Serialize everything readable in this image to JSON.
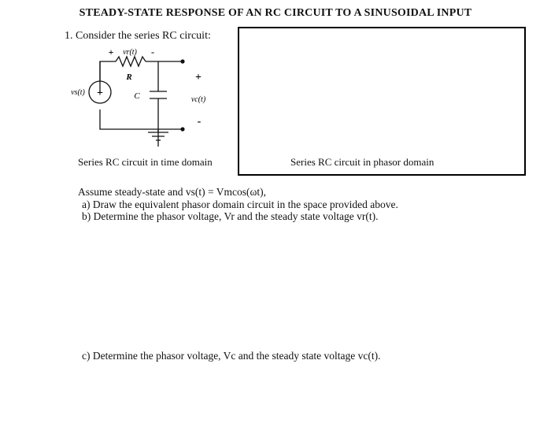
{
  "title": "STEADY-STATE RESPONSE OF AN RC CIRCUIT TO A SINUSOIDAL INPUT",
  "problem": {
    "number": "1.",
    "intro": "Consider the series RC circuit:"
  },
  "circuit": {
    "vr_plus": "+",
    "vr_label": "vr(t)",
    "vr_minus": "-",
    "r_label": "R",
    "c_label": "C",
    "vs_label": "vs(t)",
    "source_sign": "+",
    "out_plus": "+",
    "vc_label": "vc(t)",
    "out_minus": "-"
  },
  "captions": {
    "time_domain": "Series RC circuit in time domain",
    "phasor_domain": "Series RC circuit in phasor domain"
  },
  "questions": {
    "assume": "Assume steady-state and vs(t) = Vmcos(ωt),",
    "a": "a) Draw the equivalent phasor domain circuit in the space provided above.",
    "b": "b) Determine the phasor voltage, Vr and the steady state voltage vr(t).",
    "c": "c) Determine the phasor voltage, Vc and the steady state voltage vc(t)."
  }
}
